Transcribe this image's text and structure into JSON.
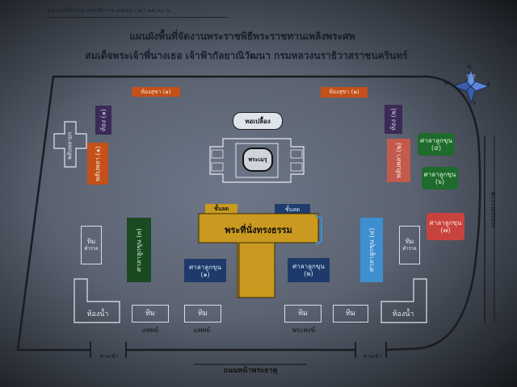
{
  "header": {
    "top_line": "๑๗ พฤศจิกายน พุทธศักราช ๒๕๕๑ เวลา ๑๕.๓๐ น.",
    "title_line1": "แผนผังพื้นที่จัดงานพระราชพิธีพระราชทานเพลิงพระศพ",
    "title_line2": "สมเด็จพระเจ้าพี่นางเธอ เจ้าฟ้ากัลยาณิวัฒนา กรมหลวงนราธิวาสราชนครินทร์"
  },
  "compass": {
    "n": "N",
    "e": "E",
    "s": "S",
    "w": "W"
  },
  "roads": {
    "bottom": "ถนนหน้าพระธาตุ",
    "right": "ถนนมหาราช"
  },
  "gates": {
    "left": "ทางเข้า",
    "right": "ทางเข้า"
  },
  "buildings": {
    "top_left_orange": "ห้องสุขา (๑)",
    "top_right_orange": "ห้องสุขา (๒)",
    "left_purple": "ห้อง (๑)",
    "left_cross": "พลับพลายก",
    "left_orange_vertical": "พลับพลา (๑)",
    "right_purple": "ห้อง (๒)",
    "right_salmon_vertical": "พลับพลา (๒)",
    "hall_small": "หอเปลื้อง",
    "crematorium": "พระเมรุ",
    "stand_left": "ชั้นลด",
    "stand_right": "ชั้นลด",
    "main_hall": "พระที่นั่งทรงธรรม",
    "pavilion_left_navy": "ศาลาลูกขุน",
    "pavilion_left_navy_no": "(๑)",
    "pavilion_right_navy": "ศาลาลูกขุน",
    "pavilion_right_navy_no": "(๒)",
    "left_green_vertical": "ศาลาลูกขุน (๓)",
    "right_cyan_vertical": "ศาลาลูกขุน (๔)",
    "left_tent_vertical_a": "ทิม",
    "left_tent_vertical_b": "ตำรวจ",
    "right_tent_vertical_a": "ทิม",
    "right_tent_vertical_b": "ตำรวจ",
    "right_green_1": "ศาลาลูกขุน",
    "right_green_1_no": "(๕)",
    "right_green_2": "ศาลาลูกขุน",
    "right_green_2_no": "(๖)",
    "right_red": "ศาลาลูกขุน",
    "right_red_no": "(๗)",
    "toilet_left": "ห้องน้ำ",
    "toilet_right": "ห้องน้ำ",
    "tim_doctor_1": "ทิม",
    "tim_doctor_1_sub": "แพทย์",
    "tim_doctor_2": "ทิม",
    "tim_doctor_2_sub": "แพทย์",
    "tim_monk": "ทิม",
    "tim_monk_sub": "พระสงฆ์",
    "tim_plain": "ทิม"
  },
  "colors": {
    "orange": "#c4501a",
    "purple": "#3a2a55",
    "green": "#1f6a2d",
    "navy": "#1d3a6a",
    "gold": "#c99a1f",
    "cyan": "#3e8fcf",
    "red": "#c8433d",
    "compass": "#5a86d8"
  }
}
